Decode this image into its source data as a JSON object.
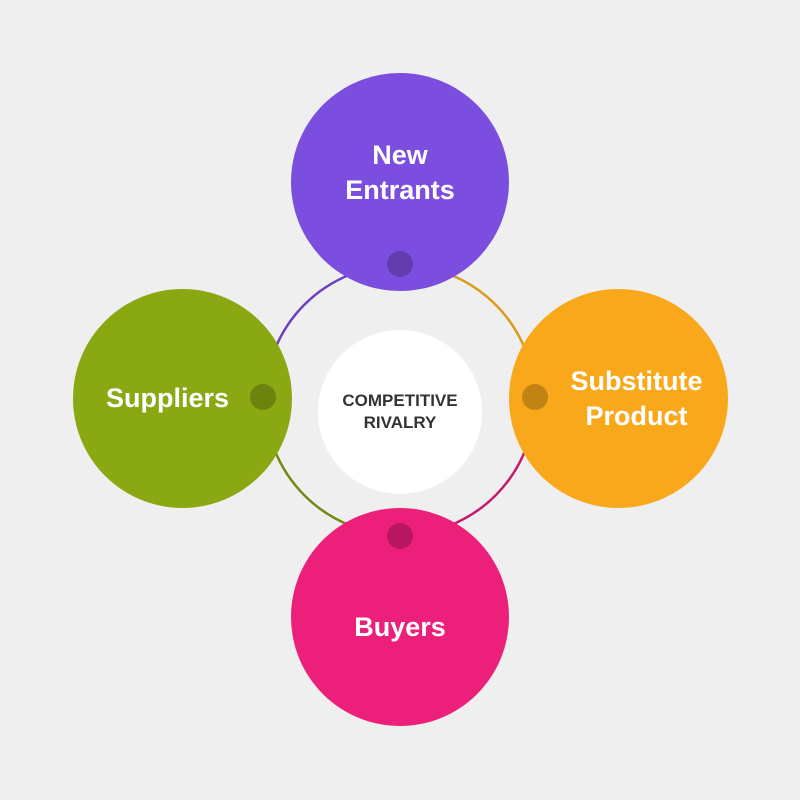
{
  "center": {
    "label": "COMPETITIVE\nRIVALRY"
  },
  "nodes": [
    {
      "id": "top",
      "label": "New\nEntrants",
      "color": "#7c4ee0"
    },
    {
      "id": "right",
      "label": "Substitute\nProduct",
      "color": "#f9a81b"
    },
    {
      "id": "bottom",
      "label": "Buyers",
      "color": "#ec1f7a"
    },
    {
      "id": "left",
      "label": "Suppliers",
      "color": "#8aa812"
    }
  ],
  "ring_colors": {
    "top_left": "#6a3fc4",
    "top_right": "#d99a1a",
    "bottom_right": "#c41a6c",
    "bottom_left": "#6f8a10"
  }
}
